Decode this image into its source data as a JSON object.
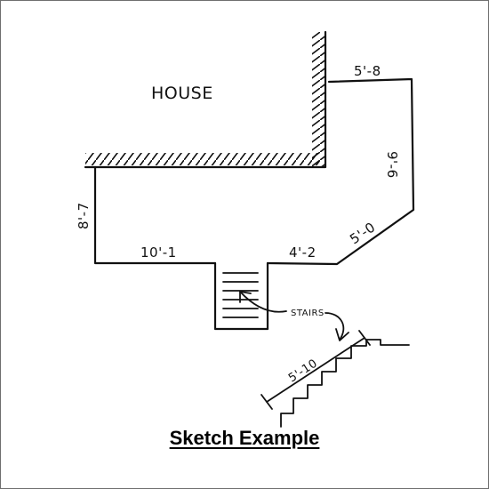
{
  "labels": {
    "house": "HOUSE",
    "top_right": "5'-8",
    "right_side": "9'-6",
    "diagonal": "5'-0",
    "left_side": "8'-7",
    "bottom_left": "10'-1",
    "bottom_right": "4'-2",
    "stairs": "STAIRS",
    "stair_length": "5'-10"
  },
  "caption": "Sketch Example"
}
